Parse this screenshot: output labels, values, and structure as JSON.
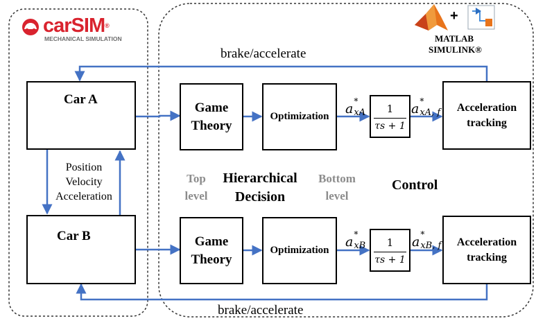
{
  "carsim": {
    "brand": "carSIM",
    "subtitle": "MECHANICAL SIMULATION",
    "registered_mark": "®"
  },
  "matlab": {
    "plus": "+",
    "label_line1": "MATLAB",
    "label_line2": "SIMULINK®"
  },
  "feedback_top": "brake/accelerate",
  "feedback_bottom": "brake/accelerate",
  "car_a": {
    "label": "Car A"
  },
  "car_b": {
    "label": "Car B"
  },
  "exchange": {
    "line1": "Position",
    "line2": "Velocity",
    "line3": "Acceleration"
  },
  "row_a": {
    "game_theory_line1": "Game",
    "game_theory_line2": "Theory",
    "optimization": "Optimization",
    "signal_opt": "a",
    "signal_opt_star": "*",
    "signal_opt_sub": "xA",
    "tf_numerator": "1",
    "tf_denominator": "τs + 1",
    "signal_filtered": "a",
    "signal_filtered_star": "*",
    "signal_filtered_sub": "xA, f",
    "tracking_line1": "Acceleration",
    "tracking_line2": "tracking"
  },
  "row_b": {
    "game_theory_line1": "Game",
    "game_theory_line2": "Theory",
    "optimization": "Optimization",
    "signal_opt": "a",
    "signal_opt_star": "*",
    "signal_opt_sub": "xB",
    "tf_numerator": "1",
    "tf_denominator": "τs + 1",
    "signal_filtered": "a",
    "signal_filtered_star": "*",
    "signal_filtered_sub": "xB, f",
    "tracking_line1": "Acceleration",
    "tracking_line2": "tracking"
  },
  "levels": {
    "top_line1": "Top",
    "top_line2": "level",
    "hierarchical_line1": "Hierarchical",
    "hierarchical_line2": "Decision",
    "bottom_line1": "Bottom",
    "bottom_line2": "level",
    "control": "Control"
  },
  "colors": {
    "arrow": "#4472c4",
    "level_text": "#8c8c8c",
    "carsim_red": "#d9232e",
    "box_border": "#000000"
  }
}
